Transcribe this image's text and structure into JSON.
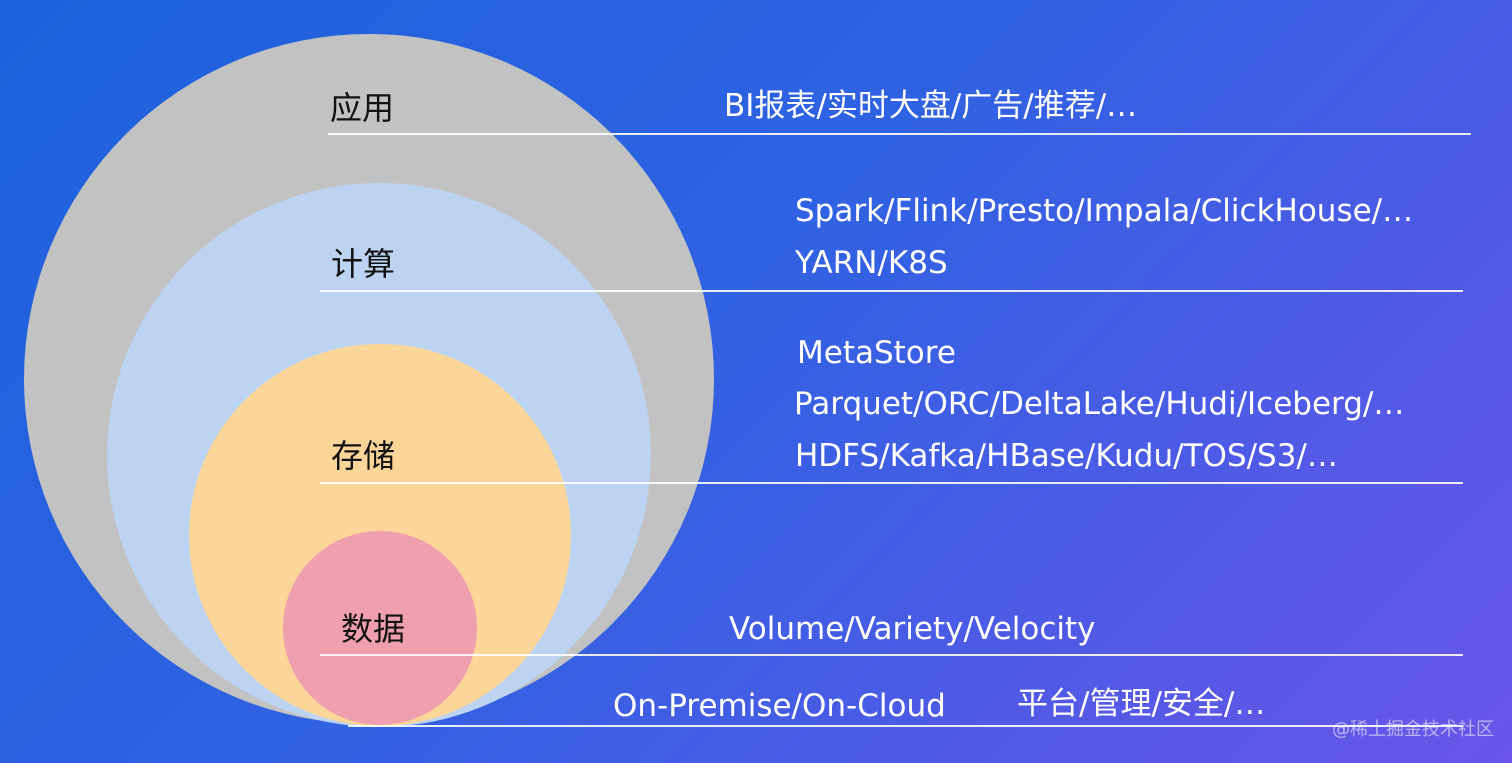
{
  "layers": {
    "application": {
      "label": "应用",
      "items": [
        "BI报表/实时大盘/广告/推荐/…"
      ],
      "color": "#c2c2c2"
    },
    "compute": {
      "label": "计算",
      "items": [
        "Spark/Flink/Presto/Impala/ClickHouse/…",
        "YARN/K8S"
      ],
      "color": "#bcd4f2"
    },
    "storage": {
      "label": "存储",
      "items": [
        "MetaStore",
        "Parquet/ORC/DeltaLake/Hudi/Iceberg/…",
        "HDFS/Kafka/HBase/Kudu/TOS/S3/…"
      ],
      "color": "#fbd698"
    },
    "data": {
      "label": "数据",
      "items": [
        "Volume/Variety/Velocity"
      ],
      "color": "#ef9fad"
    }
  },
  "footer": {
    "deployment": "On-Premise/On-Cloud",
    "platform": "平台/管理/安全/…"
  },
  "watermark": "@稀土掘金技术社区"
}
